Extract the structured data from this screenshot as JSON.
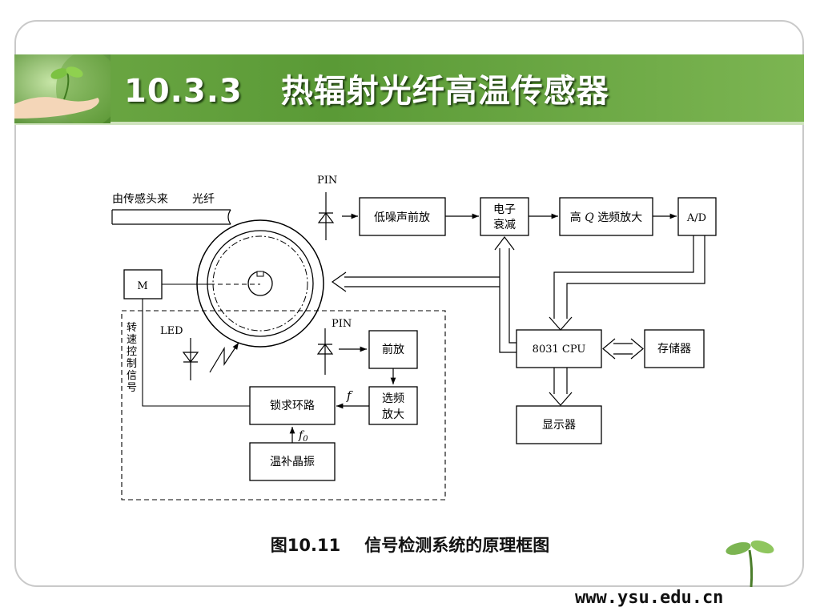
{
  "slide": {
    "title_number": "10.3.3",
    "title_text": "热辐射光纤高温传感器",
    "caption_figure": "图10.11",
    "caption_text": "信号检测系统的原理框图",
    "footer_url": "www.ysu.edu.cn"
  },
  "diagram": {
    "fiber_label_source": "由传感头来",
    "fiber_label_fiber": "光纤",
    "pin_top_label": "PIN",
    "pin_bottom_label": "PIN",
    "led_label": "LED",
    "motor_label": "M",
    "speed_control_label": [
      "转",
      "速",
      "控",
      "制",
      "信",
      "号"
    ],
    "block_lownoise_preamp": "低噪声前放",
    "block_attenuator_line1": "电子",
    "block_attenuator_line2": "衰减",
    "block_highq_prefix": "高",
    "block_highq_q": "Q",
    "block_highq_suffix": "选频放大",
    "block_ad": "A/D",
    "block_cpu": "8031 CPU",
    "block_memory": "存储器",
    "block_display": "显示器",
    "block_preamp": "前放",
    "block_select_line1": "选频",
    "block_select_line2": "放大",
    "block_pll": "锁求环路",
    "block_crystal": "温补晶振",
    "label_f": "f",
    "label_f0_base": "f",
    "label_f0_sub": "0"
  },
  "colors": {
    "header_green": "#5a9a36",
    "line": "#000000"
  }
}
